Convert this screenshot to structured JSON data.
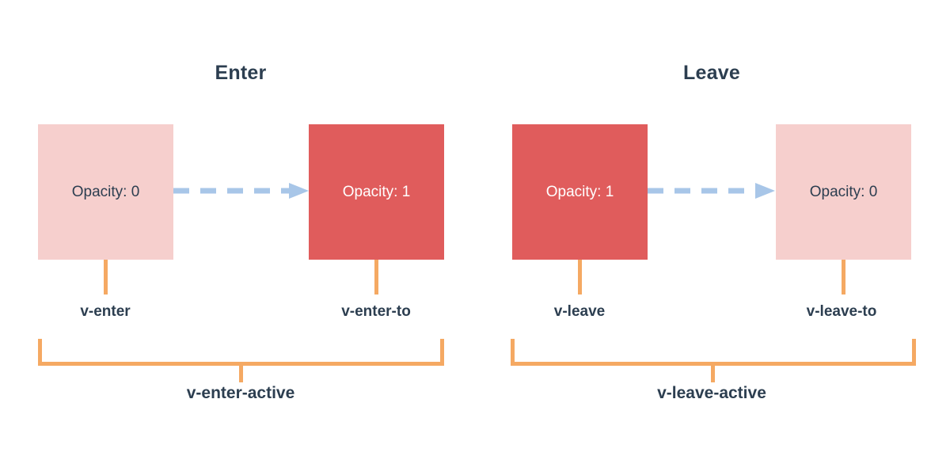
{
  "colors": {
    "background": "#ffffff",
    "box_faded": "#f6cfcd",
    "box_solid": "#e05c5c",
    "arrow": "#a8c6e8",
    "bracket": "#f5a963",
    "text_dark": "#2c3e50",
    "text_light": "#ffffff"
  },
  "sections": [
    {
      "id": "enter",
      "title": "Enter",
      "from_box": {
        "label": "Opacity: 0",
        "style": "faded"
      },
      "to_box": {
        "label": "Opacity: 1",
        "style": "solid"
      },
      "from_class": "v-enter",
      "to_class": "v-enter-to",
      "active_class": "v-enter-active",
      "arrow_icon": "dashed-arrow-right-icon"
    },
    {
      "id": "leave",
      "title": "Leave",
      "from_box": {
        "label": "Opacity: 1",
        "style": "solid"
      },
      "to_box": {
        "label": "Opacity: 0",
        "style": "faded"
      },
      "from_class": "v-leave",
      "to_class": "v-leave-to",
      "active_class": "v-leave-active",
      "arrow_icon": "dashed-arrow-right-icon"
    }
  ]
}
